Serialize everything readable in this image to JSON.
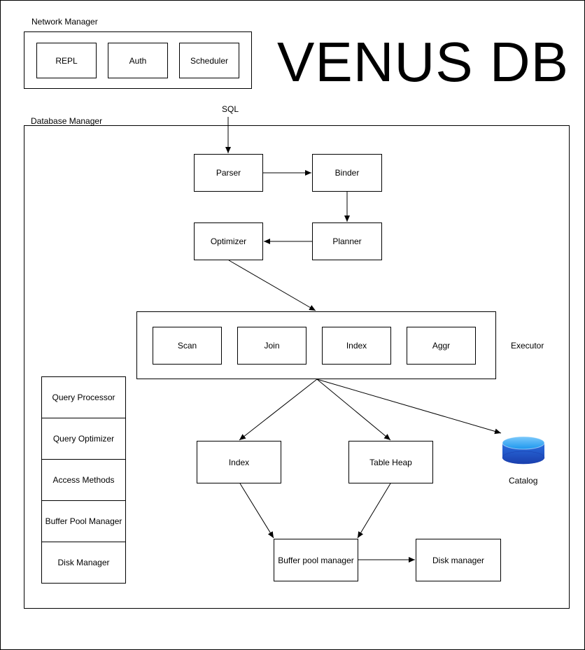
{
  "title": "VENUS DB",
  "network_manager": {
    "label": "Network Manager",
    "components": [
      "REPL",
      "Auth",
      "Scheduler"
    ]
  },
  "database_manager": {
    "label": "Database Manager",
    "input_label": "SQL",
    "pipeline": {
      "parser": "Parser",
      "binder": "Binder",
      "planner": "Planner",
      "optimizer": "Optimizer"
    },
    "executor": {
      "label": "Executor",
      "operators": [
        "Scan",
        "Join",
        "Index",
        "Aggr"
      ]
    },
    "storage": {
      "index": "Index",
      "table_heap": "Table Heap",
      "catalog": "Catalog",
      "buffer_pool_manager": "Buffer pool manager",
      "disk_manager": "Disk manager"
    },
    "layers": [
      "Query Processor",
      "Query Optimizer",
      "Access Methods",
      "Buffer Pool Manager",
      "Disk Manager"
    ]
  },
  "colors": {
    "catalog_top": "#2fa4f2",
    "catalog_body": "#1e4fc0",
    "line": "#000000"
  }
}
